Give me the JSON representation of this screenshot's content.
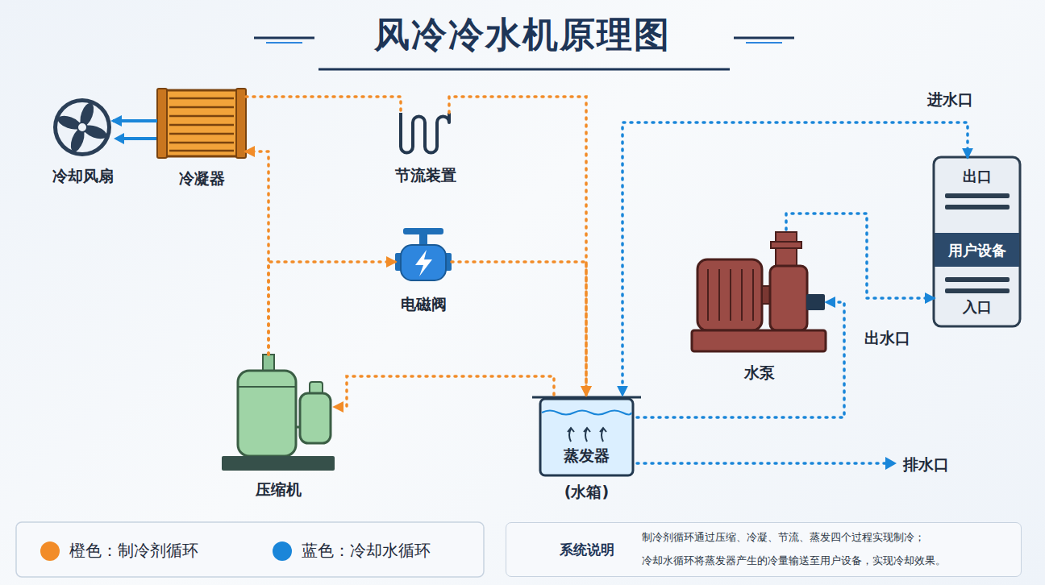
{
  "diagram": {
    "title": "风冷冷水机原理图",
    "nodes": [
      {
        "text": [
          "冷却风扇"
        ]
      },
      {
        "text": [
          "冷凝器"
        ]
      },
      {
        "text": [
          "节流装置"
        ]
      },
      {
        "text": [
          "电磁阀"
        ]
      },
      {
        "text": [
          "出口",
          "用户设备",
          "入口"
        ]
      },
      {
        "text": [
          "水泵"
        ]
      },
      {
        "text": [
          "压缩机"
        ]
      },
      {
        "text": [
          "蒸发器",
          "(水箱)"
        ]
      },
      {
        "text": [
          "系统说明",
          "制冷剂循环通过压缩、冷凝、节流、蒸发四个过程实现制冷；",
          "冷却水循环将蒸发器产生的冷量输送至用户设备，实现冷却效果。"
        ]
      }
    ],
    "edges": [
      {
        "from": 1,
        "to": 0,
        "arrow": "to"
      },
      {
        "from": 6,
        "to": 1,
        "arrow": "to"
      },
      {
        "from": 1,
        "to": 2,
        "arrow": "none"
      },
      {
        "from": 2,
        "to": 7,
        "arrow": "to"
      },
      {
        "from": 6,
        "to": 3,
        "arrow": "to"
      },
      {
        "from": 3,
        "to": 7,
        "arrow": "to"
      },
      {
        "from": 7,
        "to": 6,
        "arrow": "to"
      },
      {
        "from": 7,
        "to": 5,
        "arrow": "to"
      },
      {
        "from": 5,
        "to": 4,
        "arrow": "to"
      },
      {
        "from": 4,
        "to": 7,
        "arrow": "both"
      }
    ],
    "labels": [
      "进水口",
      "出水口",
      "排水口"
    ],
    "legend": [
      {
        "text": "橙色：制冷剂循环",
        "color": "#f28c28"
      },
      {
        "text": "蓝色：冷却水循环",
        "color": "#1a86d9"
      }
    ]
  }
}
